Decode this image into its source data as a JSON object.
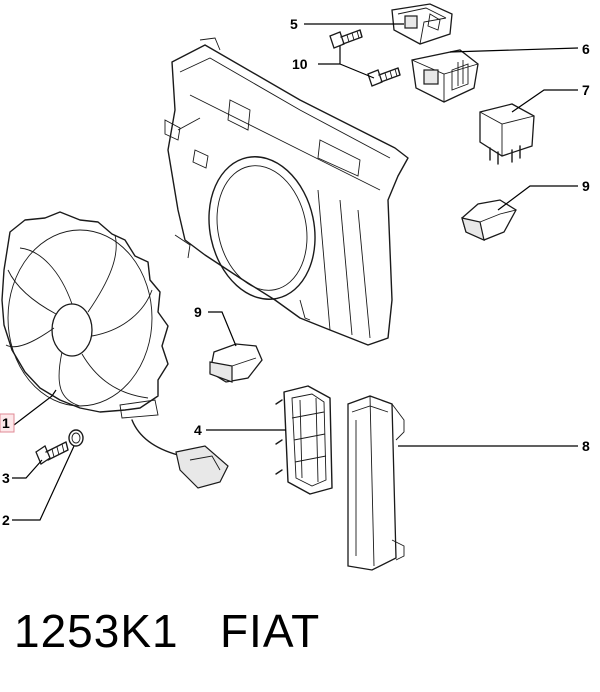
{
  "callouts": [
    {
      "id": "1",
      "label": "1"
    },
    {
      "id": "2",
      "label": "2"
    },
    {
      "id": "3",
      "label": "3"
    },
    {
      "id": "4",
      "label": "4"
    },
    {
      "id": "5",
      "label": "5"
    },
    {
      "id": "6",
      "label": "6"
    },
    {
      "id": "7",
      "label": "7"
    },
    {
      "id": "8",
      "label": "8"
    },
    {
      "id": "9a",
      "label": "9"
    },
    {
      "id": "9b",
      "label": "9"
    },
    {
      "id": "10",
      "label": "10"
    }
  ],
  "footer": {
    "code": "1253K1",
    "brand": "FIAT"
  },
  "colors": {
    "line": "#1a1a1a",
    "highlight_box": "#fde8ea"
  }
}
